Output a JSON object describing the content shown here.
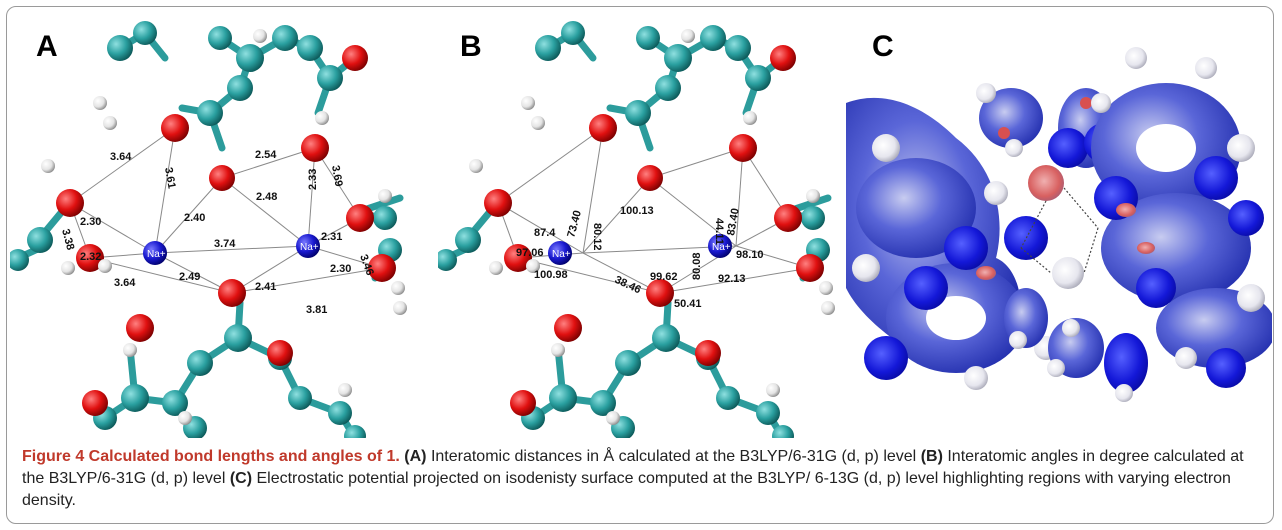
{
  "figure": {
    "panels": [
      {
        "label": "A",
        "na_label": "Na+"
      },
      {
        "label": "B",
        "na_label": "Na+"
      },
      {
        "label": "C"
      }
    ],
    "distances_A": [
      "3.64",
      "3.61",
      "2.54",
      "3.69",
      "2.48",
      "2.33",
      "2.40",
      "2.30",
      "3.38",
      "3.74",
      "2.31",
      "2.32",
      "2.49",
      "2.41",
      "3.46",
      "3.64",
      "2.30",
      "3.81"
    ],
    "angles_B": [
      "87.4",
      "73.40",
      "100.13",
      "80.12",
      "97.06",
      "44.11",
      "83.40",
      "80.08",
      "100.98",
      "98.10",
      "92.13",
      "99.62",
      "38.46",
      "50.41"
    ],
    "caption": {
      "title": "Figure 4 Calculated bond lengths and angles of 1.",
      "a_tag": "(A)",
      "a_text": " Interatomic distances in Å calculated at the B3LYP/6-31G (d, p) level ",
      "b_tag": "(B)",
      "b_text": " Interatomic angles in degree calculated at the B3LYP/6-31G (d, p) level ",
      "c_tag": "(C)",
      "c_text": " Electrostatic potential projected on isodenisty surface computed at the B3LYP/ 6-13G (d, p) level highlighting regions with varying electron density."
    }
  }
}
